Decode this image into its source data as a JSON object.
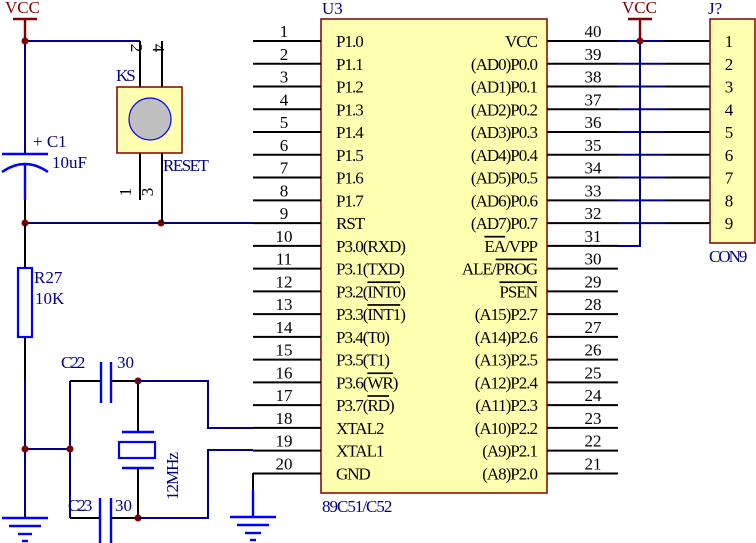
{
  "colors": {
    "wire": "#000080",
    "pin": "#000000",
    "power": "#800000",
    "component": "#0000ff",
    "chip_fill": "#ffffb0",
    "chip_border": "#800000",
    "label": "#000080"
  },
  "power": {
    "left_vcc": "VCC",
    "right_vcc": "VCC"
  },
  "chip": {
    "designator": "U3",
    "part": "89C51/C52",
    "left_pins": [
      {
        "num": "1",
        "label": "P1.0"
      },
      {
        "num": "2",
        "label": "P1.1"
      },
      {
        "num": "3",
        "label": "P1.2"
      },
      {
        "num": "4",
        "label": "P1.3"
      },
      {
        "num": "5",
        "label": "P1.4"
      },
      {
        "num": "6",
        "label": "P1.5"
      },
      {
        "num": "7",
        "label": "P1.6"
      },
      {
        "num": "8",
        "label": "P1.7"
      },
      {
        "num": "9",
        "label": "RST"
      },
      {
        "num": "10",
        "label": "P3.0(RXD)"
      },
      {
        "num": "11",
        "label": "P3.1(TXD)"
      },
      {
        "num": "12",
        "label": "P3.2(INT0)",
        "overline": "INT0"
      },
      {
        "num": "13",
        "label": "P3.3(INT1)",
        "overline": "INT1"
      },
      {
        "num": "14",
        "label": "P3.4(T0)"
      },
      {
        "num": "15",
        "label": "P3.5(T1)"
      },
      {
        "num": "16",
        "label": "P3.6(WR)",
        "overline": "WR"
      },
      {
        "num": "17",
        "label": "P3.7(RD)",
        "overline": "RD"
      },
      {
        "num": "18",
        "label": "XTAL2"
      },
      {
        "num": "19",
        "label": "XTAL1"
      },
      {
        "num": "20",
        "label": "GND"
      }
    ],
    "right_pins": [
      {
        "num": "40",
        "label": "VCC"
      },
      {
        "num": "39",
        "label": "(AD0)P0.0"
      },
      {
        "num": "38",
        "label": "(AD1)P0.1"
      },
      {
        "num": "37",
        "label": "(AD2)P0.2"
      },
      {
        "num": "36",
        "label": "(AD3)P0.3"
      },
      {
        "num": "35",
        "label": "(AD4)P0.4"
      },
      {
        "num": "34",
        "label": "(AD5)P0.5"
      },
      {
        "num": "33",
        "label": "(AD6)P0.6"
      },
      {
        "num": "32",
        "label": "(AD7)P0.7"
      },
      {
        "num": "31",
        "label": "EA/VPP",
        "overline": "EA"
      },
      {
        "num": "30",
        "label": "ALE/PROG",
        "overline": "PROG"
      },
      {
        "num": "29",
        "label": "PSEN",
        "overline": "PSEN"
      },
      {
        "num": "28",
        "label": "(A15)P2.7"
      },
      {
        "num": "27",
        "label": "(A14)P2.6"
      },
      {
        "num": "26",
        "label": "(A13)P2.5"
      },
      {
        "num": "25",
        "label": "(A12)P2.4"
      },
      {
        "num": "24",
        "label": "(A11)P2.3"
      },
      {
        "num": "23",
        "label": "(A10)P2.2"
      },
      {
        "num": "22",
        "label": "(A9)P2.1"
      },
      {
        "num": "21",
        "label": "(A8)P2.0"
      }
    ]
  },
  "connector": {
    "designator": "J?",
    "part": "CON9",
    "pins": [
      "1",
      "2",
      "3",
      "4",
      "5",
      "6",
      "7",
      "8",
      "9"
    ]
  },
  "switch": {
    "designator": "KS",
    "value": "RESET",
    "pins": {
      "top_left": "2",
      "top_right": "4",
      "bottom_left": "1",
      "bottom_right": "3"
    }
  },
  "capacitor_c1": {
    "designator": "+ C1",
    "value": "10uF"
  },
  "resistor": {
    "designator": "R27",
    "value": "10K"
  },
  "capacitor_c22": {
    "designator": "C22",
    "value": "30"
  },
  "capacitor_c23": {
    "designator": "C23",
    "value": "30"
  },
  "crystal": {
    "value": "12MHz"
  }
}
